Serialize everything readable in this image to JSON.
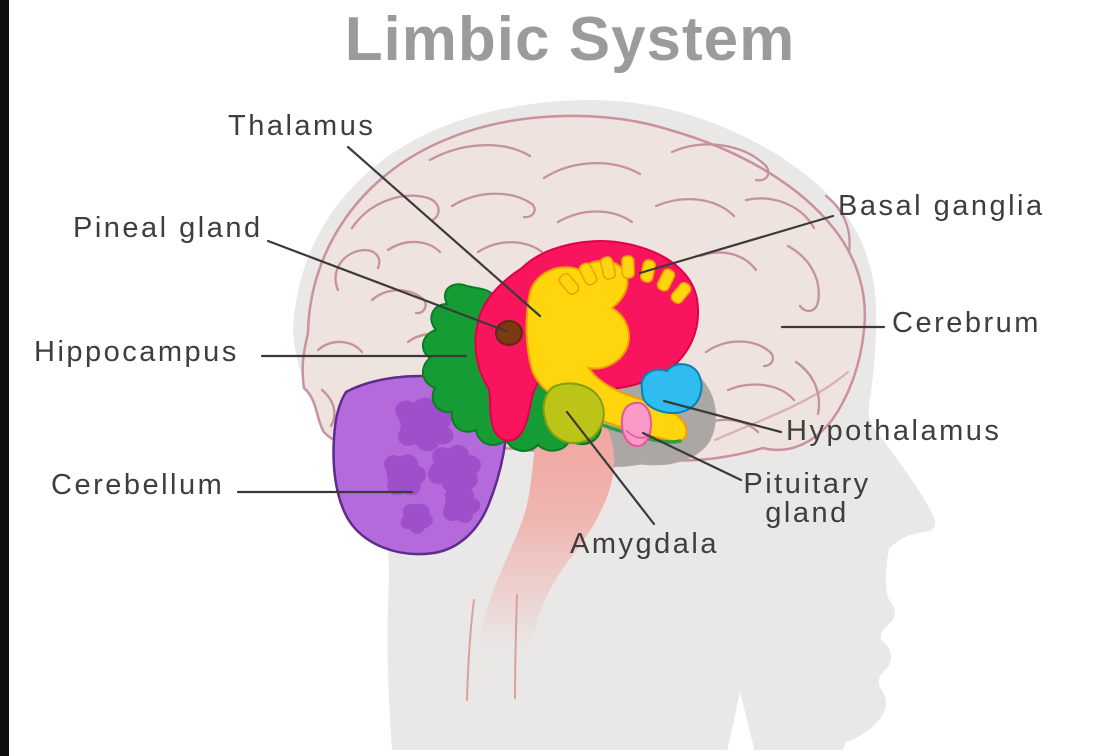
{
  "title": "Limbic System",
  "labels": {
    "thalamus": "Thalamus",
    "pineal_gland": "Pineal gland",
    "hippocampus": "Hippocampus",
    "cerebellum": "Cerebellum",
    "basal_ganglia": "Basal ganglia",
    "cerebrum": "Cerebrum",
    "hypothalamus": "Hypothalamus",
    "pituitary_gland": "Pituitary gland",
    "amygdala": "Amygdala"
  },
  "colors": {
    "limbic_ring": "#F8155E",
    "thalamus": "#FFD60D",
    "caudate_dashes": "#FFD60D",
    "hippocampus": "#169C35",
    "amygdala": "#BCC417",
    "hypothalamus": "#2FBCEF",
    "pituitary": "#F999C6",
    "pineal": "#7B3A11",
    "cerebellum": "#B56ADC",
    "cerebellum_pattern": "#9C4DC8",
    "midbrain_gray": "#ABA7A4",
    "brainstem_salmon": "#F2A39E",
    "brain_fill": "#EFE3DF",
    "sulci": "#C5919D",
    "head_silhouette": "#E9E8E7",
    "title_gray": "#9B9B9B",
    "label_text": "#3E3E3E",
    "leader_line": "#3A3A3A"
  }
}
